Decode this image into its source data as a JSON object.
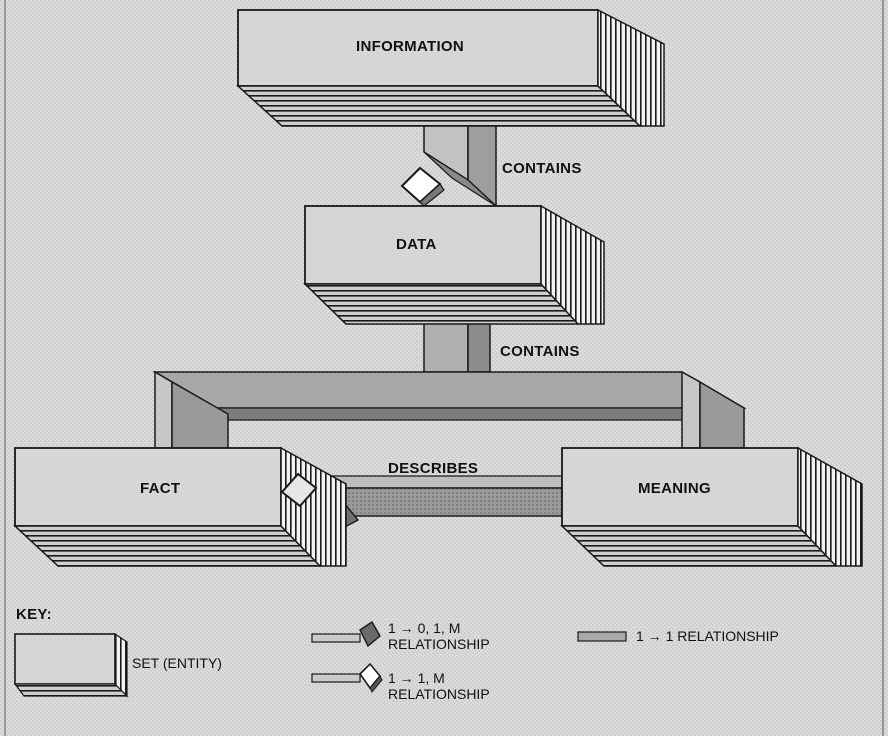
{
  "entities": {
    "information": "INFORMATION",
    "data": "DATA",
    "fact": "FACT",
    "meaning": "MEANING"
  },
  "relationships": {
    "information_data": "CONTAINS",
    "data_fact_meaning": "CONTAINS",
    "fact_meaning": "DESCRIBES"
  },
  "key": {
    "title": "KEY:",
    "set_entity": "SET (ENTITY)",
    "rel_zero_one_many_arrow": "1 → 0, 1, M",
    "rel_zero_one_many_word": "RELATIONSHIP",
    "rel_one_many_arrow": "1 → 1, M",
    "rel_one_many_word": "RELATIONSHIP",
    "rel_one_one": "1 → 1 RELATIONSHIP"
  },
  "colors": {
    "box_face": "#d4d4d4",
    "box_side": "#e8e8e8",
    "box_bottom": "#9a9a9a",
    "link_light": "#bdbdbd",
    "link_dark": "#8f8f8f",
    "outline": "#1a1a1a"
  }
}
